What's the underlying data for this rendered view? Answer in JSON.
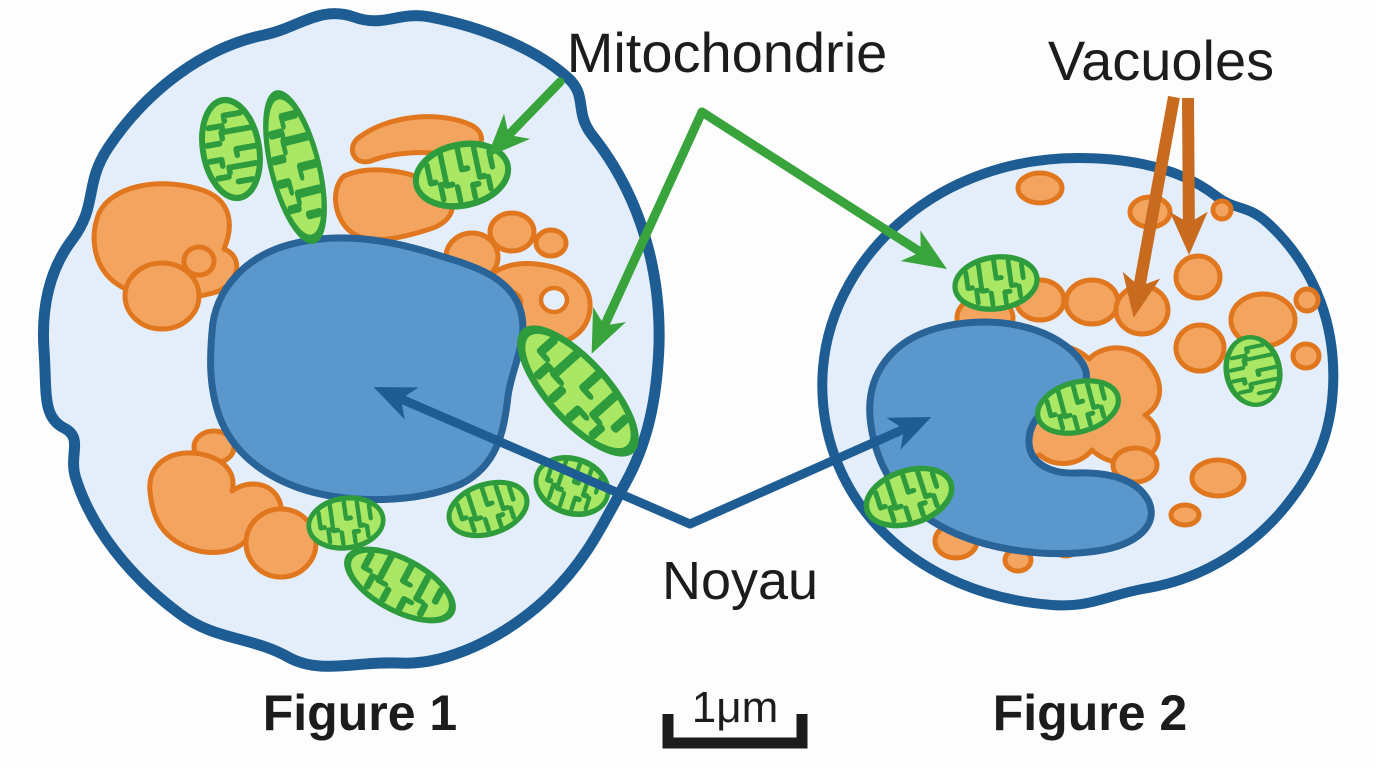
{
  "labels": {
    "mitochondrie": "Mitochondrie",
    "vacuoles": "Vacuoles",
    "noyau": "Noyau"
  },
  "captions": {
    "figure1": "Figure 1",
    "figure2": "Figure 2"
  },
  "scale_bar": {
    "label": "1μm"
  },
  "colors": {
    "background": "#fdfdfd",
    "membrane": "#1d5d93",
    "cytoplasm": "#e4eefa",
    "nucleus_fill": "#5997cd",
    "nucleus_stroke": "#2a6398",
    "mito_fill": "#a9e765",
    "mito_stroke": "#2e9c3c",
    "vacuole_fill": "#f3a55f",
    "vacuole_stroke": "#e0771f",
    "arrow_green": "#3aa43c",
    "arrow_blue": "#1d5d93",
    "arrow_orange": "#c86b1f",
    "text": "#1c1c1c"
  }
}
